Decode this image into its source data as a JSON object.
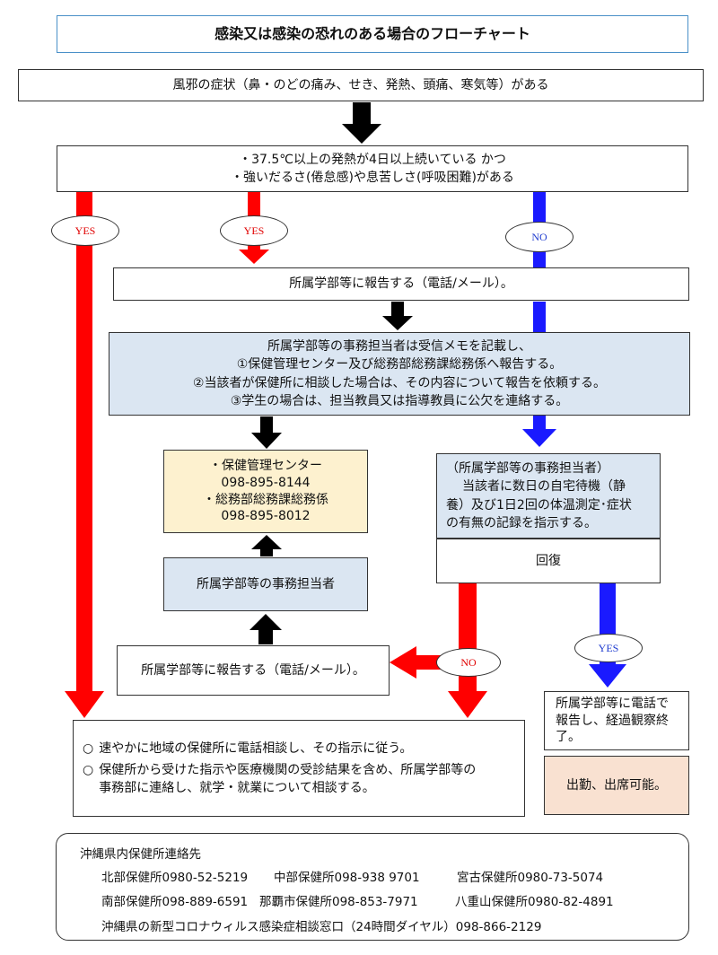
{
  "title": "感染又は感染の恐れのある場合のフローチャート",
  "symptoms": "風邪の症状（鼻・のどの痛み、せき、発熱、頭痛、寒気等）がある",
  "criteria": {
    "line1": "・37.5℃以上の発熱が4日以上続いている かつ",
    "line2": "・強いだるさ(倦怠感)や息苦しさ(呼吸困難)がある"
  },
  "labels": {
    "yes": "YES",
    "no": "NO"
  },
  "report1": "所属学部等に報告する（電話/メール）。",
  "office_memo": {
    "line1": "所属学部等の事務担当者は受信メモを記載し、",
    "line2": "①保健管理センター及び総務部総務課総務係へ報告する。",
    "line3": "②当該者が保健所に相談した場合は、その内容について報告を依頼する。",
    "line4": "③学生の場合は、担当教員又は指導教員に公欠を連絡する。"
  },
  "contacts_box": {
    "line1": "・保健管理センター",
    "line2": "098-895-8144",
    "line3": "・総務部総務課総務係",
    "line4": "098-895-8012"
  },
  "office_staff": "所属学部等の事務担当者",
  "home_wait": {
    "line1": "（所属学部等の事務担当者）",
    "line2": "当該者に数日の自宅待機（静",
    "line3": "養）及び1日2回の体温測定･症状",
    "line4": "の有無の記録を指示する。"
  },
  "recovery": "回復",
  "report2": "所属学部等に報告する（電話/メール）。",
  "phone_report": {
    "line1": "所属学部等に電話で",
    "line2": "報告し、経過観察終",
    "line3": "了。"
  },
  "attend": "出勤、出席可能。",
  "health_center": {
    "bullet": "○",
    "item1": "速やかに地域の保健所に電話相談し、その指示に従う。",
    "item2a": "保健所から受けた指示や医療機関の受診結果を含め、所属学部等の",
    "item2b": "事務部に連絡し、就学・就業について相談する。"
  },
  "footer": {
    "heading": "沖縄県内保健所連絡先",
    "rows": [
      [
        "北部保健所0980-52-5219",
        "中部保健所098-938 9701",
        "宮古保健所0980-73-5074"
      ],
      [
        "南部保健所098-889-6591",
        "那覇市保健所098-853-7971",
        "八重山保健所0980-82-4891"
      ]
    ],
    "hotline": "沖縄県の新型コロナウィルス感染症相談窓口（24時間ダイヤル）098-866-2129"
  },
  "colors": {
    "red": "#ff0000",
    "blue": "#1a1aff",
    "black": "#000000"
  }
}
